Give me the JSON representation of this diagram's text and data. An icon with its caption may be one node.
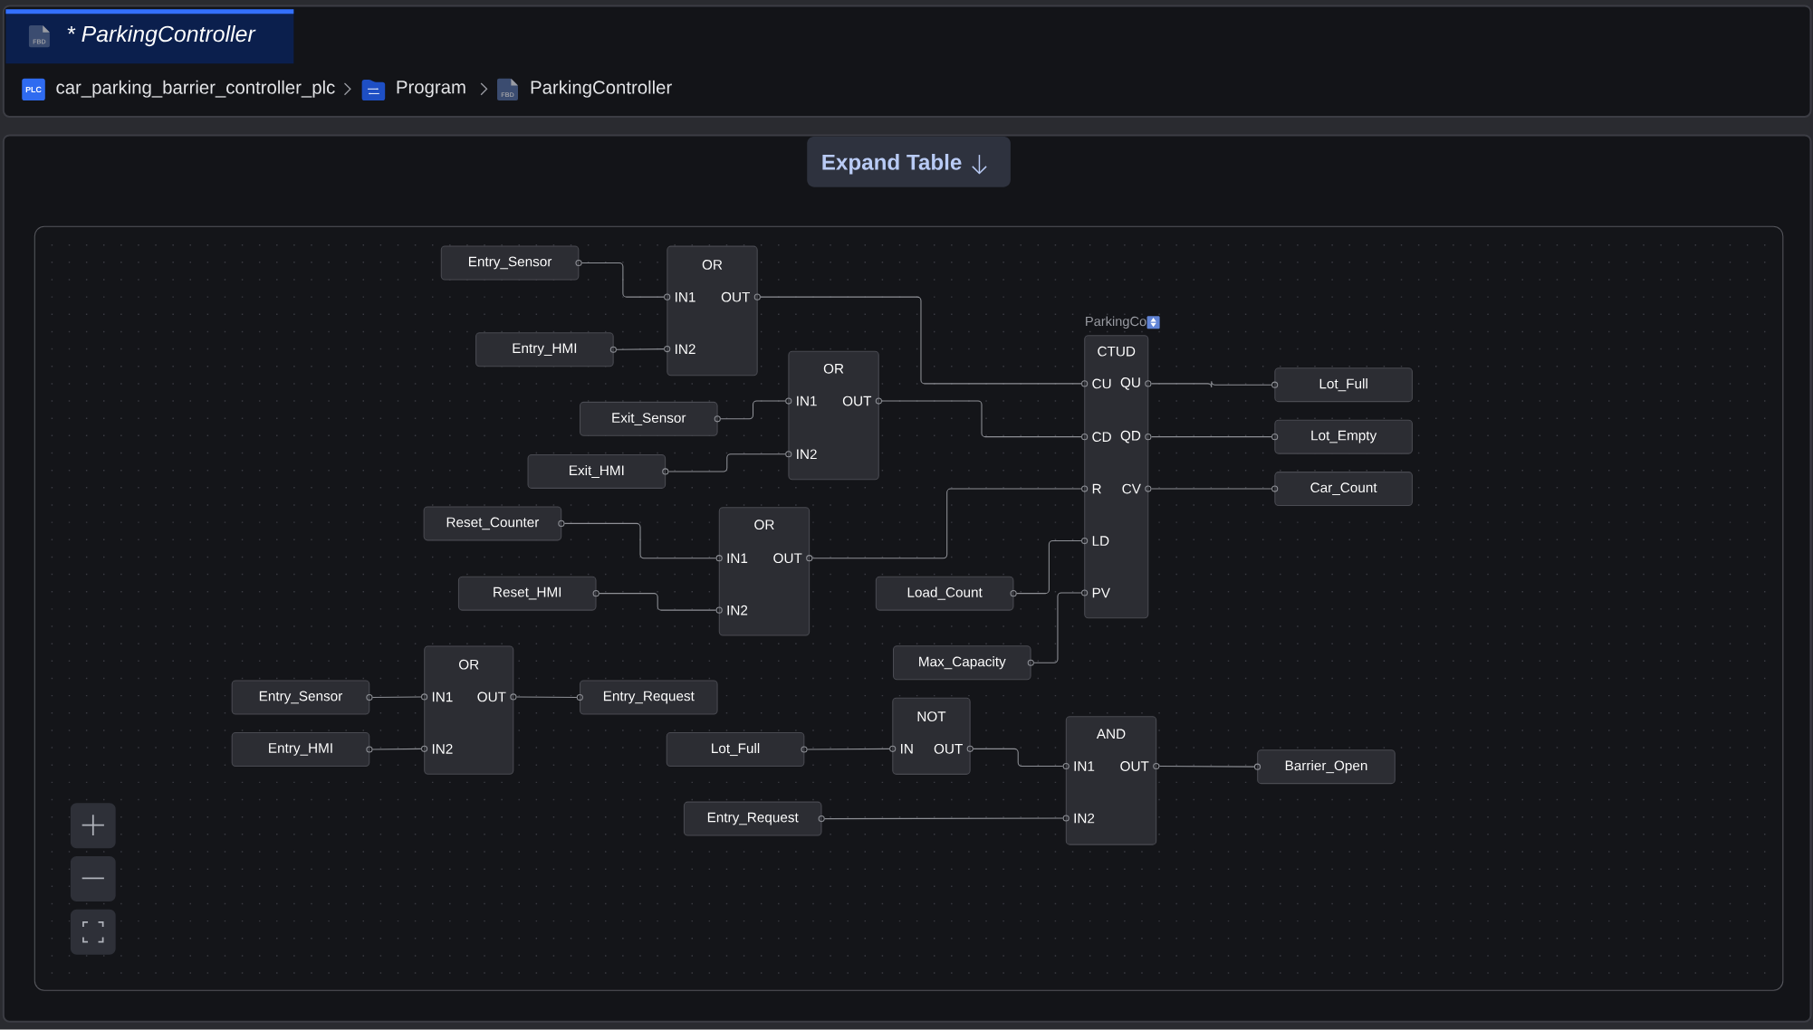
{
  "diagram": {
    "nodes": [
      {
        "text": [
          "Entry_Sensor"
        ]
      },
      {
        "text": [
          "OR",
          "IN1",
          "OUT",
          "IN2"
        ]
      },
      {
        "text": [
          "ParkingCo",
          "CTUD",
          "CU",
          "QU",
          "CD",
          "QD",
          "R",
          "CV",
          "LD",
          "PV"
        ]
      },
      {
        "text": [
          "Entry_HMI"
        ]
      },
      {
        "text": [
          "OR",
          "IN1",
          "OUT",
          "IN2"
        ]
      },
      {
        "text": [
          "Lot_Full"
        ]
      },
      {
        "text": [
          "Exit_Sensor"
        ]
      },
      {
        "text": [
          "Lot_Empty"
        ]
      },
      {
        "text": [
          "Exit_HMI"
        ]
      },
      {
        "text": [
          "Car_Count"
        ]
      },
      {
        "text": [
          "OR",
          "IN1",
          "OUT",
          "IN2"
        ]
      },
      {
        "text": [
          "Reset_Counter"
        ]
      },
      {
        "text": [
          "Reset_HMI"
        ]
      },
      {
        "text": [
          "Load_Count"
        ]
      },
      {
        "text": [
          "Max_Capacity"
        ]
      },
      {
        "text": [
          "OR",
          "IN1",
          "OUT",
          "IN2"
        ]
      },
      {
        "text": [
          "Entry_Sensor"
        ]
      },
      {
        "text": [
          "Entry_Request"
        ]
      },
      {
        "text": [
          "NOT",
          "IN",
          "OUT"
        ]
      },
      {
        "text": [
          "AND",
          "IN1",
          "OUT",
          "IN2"
        ]
      },
      {
        "text": [
          "Entry_HMI"
        ]
      },
      {
        "text": [
          "Lot_Full"
        ]
      },
      {
        "text": [
          "Entry_Request"
        ]
      },
      {
        "text": [
          "Barrier_Open"
        ]
      }
    ],
    "edges": [
      {
        "from": 0,
        "to": 1,
        "arrow": "none"
      },
      {
        "from": 3,
        "to": 1,
        "arrow": "none"
      },
      {
        "from": 1,
        "to": 2,
        "arrow": "none"
      },
      {
        "from": 6,
        "to": 4,
        "arrow": "none"
      },
      {
        "from": 8,
        "to": 4,
        "arrow": "none"
      },
      {
        "from": 4,
        "to": 2,
        "arrow": "none"
      },
      {
        "from": 2,
        "to": 5,
        "arrow": "none"
      },
      {
        "from": 2,
        "to": 7,
        "arrow": "none"
      },
      {
        "from": 2,
        "to": 9,
        "arrow": "none"
      },
      {
        "from": 11,
        "to": 10,
        "arrow": "none"
      },
      {
        "from": 12,
        "to": 10,
        "arrow": "none"
      },
      {
        "from": 10,
        "to": 2,
        "arrow": "none"
      },
      {
        "from": 13,
        "to": 2,
        "arrow": "none"
      },
      {
        "from": 14,
        "to": 2,
        "arrow": "none"
      },
      {
        "from": 16,
        "to": 15,
        "arrow": "none"
      },
      {
        "from": 20,
        "to": 15,
        "arrow": "none"
      },
      {
        "from": 15,
        "to": 17,
        "arrow": "none"
      },
      {
        "from": 21,
        "to": 18,
        "arrow": "none"
      },
      {
        "from": 18,
        "to": 19,
        "arrow": "none"
      },
      {
        "from": 22,
        "to": 19,
        "arrow": "none"
      },
      {
        "from": 19,
        "to": 23,
        "arrow": "none"
      }
    ],
    "labels": [
      "FBD",
      "* ParkingController",
      "PLC",
      "car_parking_barrier_controller_plc",
      "Program",
      "FBD",
      "ParkingController",
      "Expand Table"
    ]
  }
}
